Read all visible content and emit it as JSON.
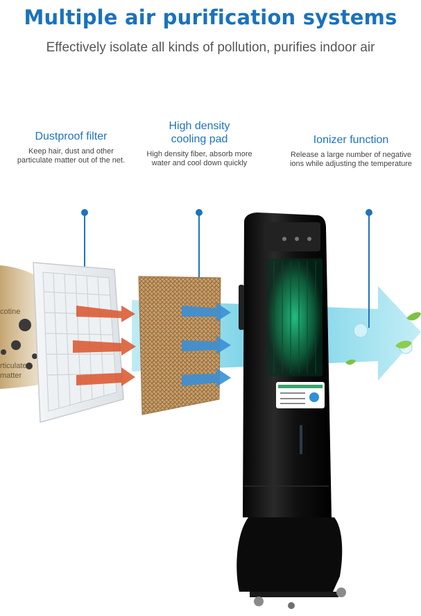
{
  "header": {
    "title": "Multiple air purification systems",
    "subtitle": "Effectively isolate all kinds of pollution, purifies indoor air"
  },
  "features": [
    {
      "name": "Dustproof filter",
      "desc_line1": "Keep hair, dust and other",
      "desc_line2": "particulate matter out of the net."
    },
    {
      "name_line1": "High density",
      "name_line2": "cooling pad",
      "desc_line1": "High density fiber, absorb more",
      "desc_line2": "water and cool down quickly"
    },
    {
      "name": "Ionizer function",
      "desc_line1": "Release a large number of negative",
      "desc_line2": "ions while adjusting the temperature"
    }
  ],
  "pollution_labels": {
    "label1": "cotine",
    "label2_line1": "rticulate",
    "label2_line2": "matter"
  },
  "colors": {
    "title_blue": "#1a72bd",
    "marker_blue": "#1e73be",
    "pollution_brown": "#b8955a",
    "filter_arrow_red": "#d9532a",
    "pad_arrow_blue": "#3a8fd6",
    "air_flow_cyan": "#6fd0e6",
    "cooler_body": "#151515",
    "cooler_glow_green": "#1fa86b"
  }
}
